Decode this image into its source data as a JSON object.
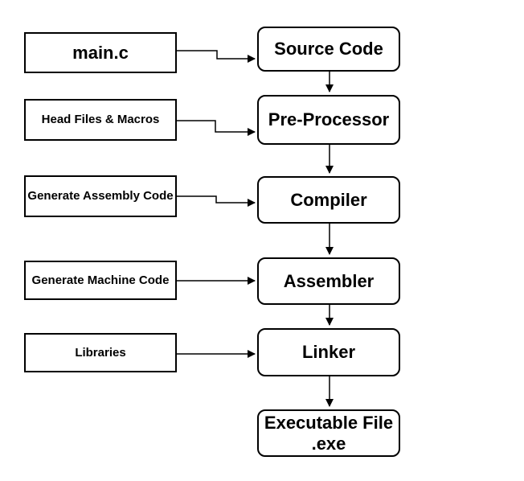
{
  "diagram": {
    "background": "#ffffff",
    "line_color": "#000000",
    "box_fill": "#ffffff",
    "input_nodes": [
      {
        "label": "main.c"
      },
      {
        "label": "Head Files & Macros"
      },
      {
        "label": "Generate Assembly Code"
      },
      {
        "label": "Generate Machine Code"
      },
      {
        "label": "Libraries"
      }
    ],
    "process_nodes": [
      {
        "label": "Source Code"
      },
      {
        "label": "Pre-Processor"
      },
      {
        "label": "Compiler"
      },
      {
        "label": "Assembler"
      },
      {
        "label": "Linker"
      },
      {
        "label": "Executable File",
        "label2": ".exe"
      }
    ],
    "edges": [
      {
        "from": "main.c",
        "to": "Source Code"
      },
      {
        "from": "Head Files & Macros",
        "to": "Pre-Processor"
      },
      {
        "from": "Generate Assembly Code",
        "to": "Compiler"
      },
      {
        "from": "Generate Machine Code",
        "to": "Assembler"
      },
      {
        "from": "Libraries",
        "to": "Linker"
      },
      {
        "from": "Source Code",
        "to": "Pre-Processor"
      },
      {
        "from": "Pre-Processor",
        "to": "Compiler"
      },
      {
        "from": "Compiler",
        "to": "Assembler"
      },
      {
        "from": "Assembler",
        "to": "Linker"
      },
      {
        "from": "Linker",
        "to": "Executable File .exe"
      }
    ]
  }
}
